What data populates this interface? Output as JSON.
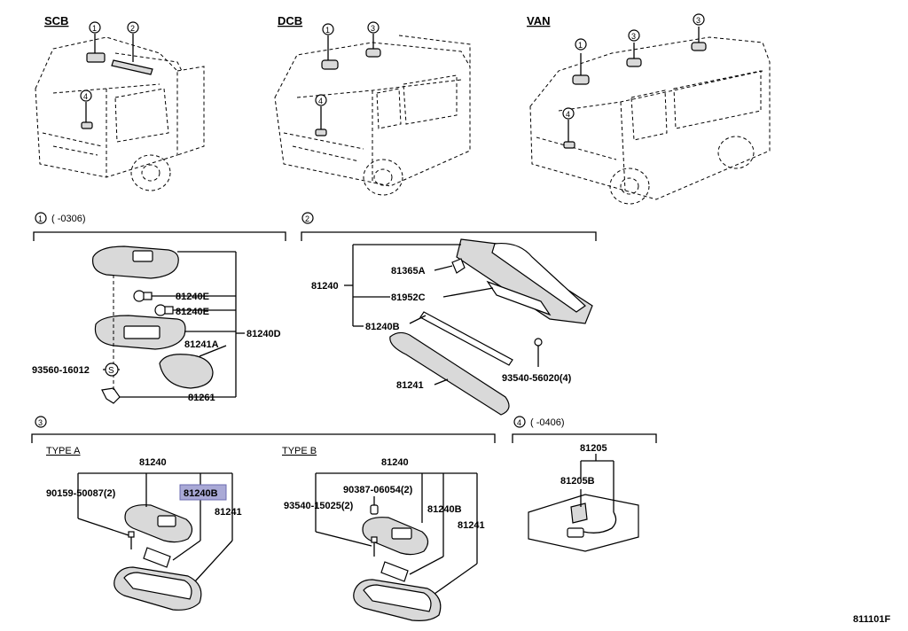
{
  "vehicles": {
    "scb": "SCB",
    "dcb": "DCB",
    "van": "VAN"
  },
  "markers": {
    "m1": "1",
    "m2": "2",
    "m3": "3",
    "m4": "4"
  },
  "sections": {
    "s1": {
      "marker": "1",
      "range": "(      -0306)"
    },
    "s2": {
      "marker": "2"
    },
    "s3": {
      "marker": "3",
      "type_a": "TYPE A",
      "type_b": "TYPE B"
    },
    "s4": {
      "marker": "4",
      "range": "(      -0406)"
    }
  },
  "labels": {
    "p81240E_1": "81240E",
    "p81240E_2": "81240E",
    "p81240D": "81240D",
    "p81241A": "81241A",
    "p93560": "93560-16012",
    "pS": "S",
    "p81261": "81261",
    "p81240_s2": "81240",
    "p81365A": "81365A",
    "p81952C": "81952C",
    "p81240B_s2": "81240B",
    "p93540_56020": "93540-56020(4)",
    "p81241_s2": "81241",
    "a_81240": "81240",
    "a_90159": "90159-50087(2)",
    "a_81240B": "81240B",
    "a_81241": "81241",
    "b_81240": "81240",
    "b_90387": "90387-06054(2)",
    "b_93540": "93540-15025(2)",
    "b_81240B": "81240B",
    "b_81241": "81241",
    "c_81205": "81205",
    "c_81205B": "81205B"
  },
  "figure_id": "811101F",
  "colors": {
    "highlight": "#a9a9d6",
    "ink": "#000000"
  }
}
